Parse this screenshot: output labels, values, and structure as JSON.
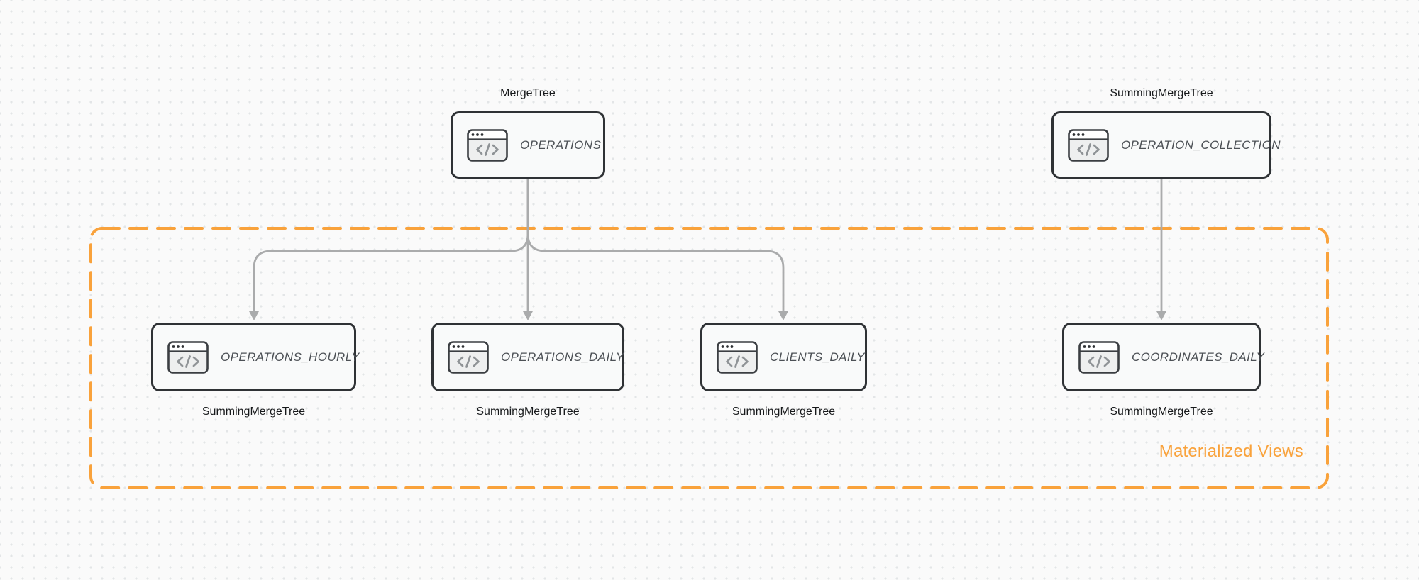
{
  "diagram": {
    "group_label": "Materialized Views",
    "nodes": {
      "operations": {
        "label": "OPERATIONS",
        "engine": "MergeTree"
      },
      "operation_collection": {
        "label": "OPERATION_COLLECTION",
        "engine": "SummingMergeTree"
      },
      "operations_hourly": {
        "label": "OPERATIONS_HOURLY",
        "engine": "SummingMergeTree"
      },
      "operations_daily": {
        "label": "OPERATIONS_DAILY",
        "engine": "SummingMergeTree"
      },
      "clients_daily": {
        "label": "CLIENTS_DAILY",
        "engine": "SummingMergeTree"
      },
      "coordinates_daily": {
        "label": "COORDINATES_DAILY",
        "engine": "SummingMergeTree"
      }
    },
    "edges": [
      {
        "from": "OPERATIONS",
        "to": "OPERATIONS_HOURLY"
      },
      {
        "from": "OPERATIONS",
        "to": "OPERATIONS_DAILY"
      },
      {
        "from": "OPERATIONS",
        "to": "CLIENTS_DAILY"
      },
      {
        "from": "OPERATION_COLLECTION",
        "to": "COORDINATES_DAILY"
      }
    ],
    "icons": {
      "node_icon": "code-window-icon"
    },
    "colors": {
      "accent_orange": "#F9A23B",
      "edge_gray": "#AAABAC",
      "node_border": "#2F3235",
      "background": "#FAFAFA"
    }
  }
}
